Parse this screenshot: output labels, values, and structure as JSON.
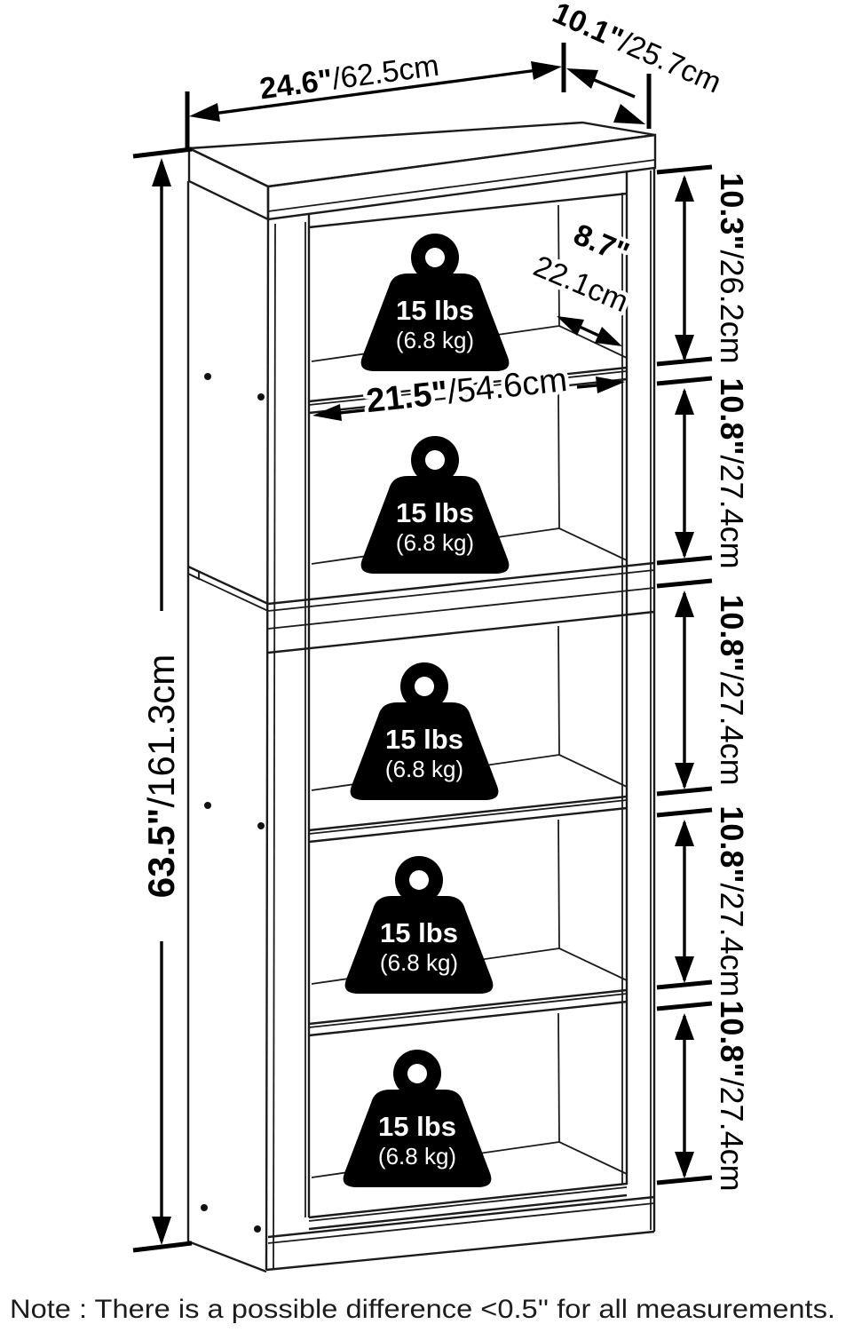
{
  "figure": {
    "dims": {
      "width": {
        "in": "24.6\"",
        "cm": "/62.5cm"
      },
      "depth": {
        "in": "10.1\"",
        "cm": "/25.7cm"
      },
      "height": {
        "in": "63.5\"",
        "cm": "/161.3cm"
      },
      "shelf_interior_width": {
        "in": "21.5\"",
        "cm": "/54.6cm"
      },
      "shelf_interior_depth": {
        "in": "8.7\"",
        "cm": "22.1cm"
      },
      "shelf_heights": [
        {
          "in": "10.3\"",
          "cm": "/26.2cm"
        },
        {
          "in": "10.8\"",
          "cm": "/27.4cm"
        },
        {
          "in": "10.8\"",
          "cm": "/27.4cm"
        },
        {
          "in": "10.8\"",
          "cm": "/27.4cm"
        },
        {
          "in": "10.8\"",
          "cm": "/27.4cm"
        }
      ]
    },
    "shelves": [
      {
        "capacity_lbs": "15 lbs",
        "capacity_kg": "(6.8 kg)"
      },
      {
        "capacity_lbs": "15 lbs",
        "capacity_kg": "(6.8 kg)"
      },
      {
        "capacity_lbs": "15 lbs",
        "capacity_kg": "(6.8 kg)"
      },
      {
        "capacity_lbs": "15 lbs",
        "capacity_kg": "(6.8 kg)"
      },
      {
        "capacity_lbs": "15 lbs",
        "capacity_kg": "(6.8 kg)"
      }
    ],
    "note": "Note : There is a possible difference <0.5'' for all measurements."
  }
}
